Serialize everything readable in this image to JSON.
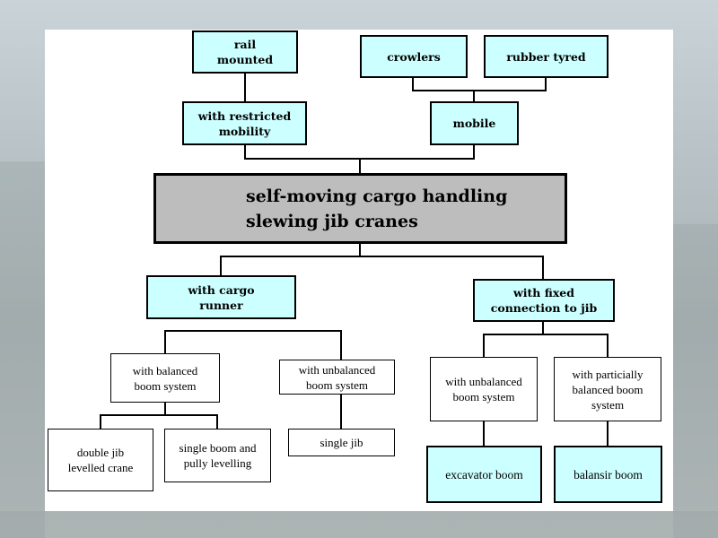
{
  "diagram": {
    "title_box": "self-moving cargo handling\n   slewing jib  cranes",
    "nodes": {
      "rail_mounted": "rail\nmounted",
      "crowlers": "crowlers",
      "rubber_tyred": "rubber tyred",
      "restricted_mobility": "with restricted\nmobility",
      "mobile": "mobile",
      "cargo_runner": "with cargo\nrunner",
      "fixed_connection": "with  fixed\n   connection to jib",
      "balanced_boom": "with balanced\nboom system",
      "unbalanced_boom_left": "with unbalanced\nboom system",
      "unbalanced_boom_right": "with unbalanced\nboom system",
      "partially_balanced": "with particially\nbalanced boom\nsystem",
      "double_jib": "double jib\nlevelled crane",
      "single_boom_pully": "single boom and\npully  levelling",
      "single_jib": "single jib",
      "excavator_boom": "excavator boom",
      "balansir_boom": "balansir boom"
    },
    "colors": {
      "node_fill": "#ccffff",
      "main_fill": "#bdbdbd",
      "line": "#000000"
    }
  }
}
